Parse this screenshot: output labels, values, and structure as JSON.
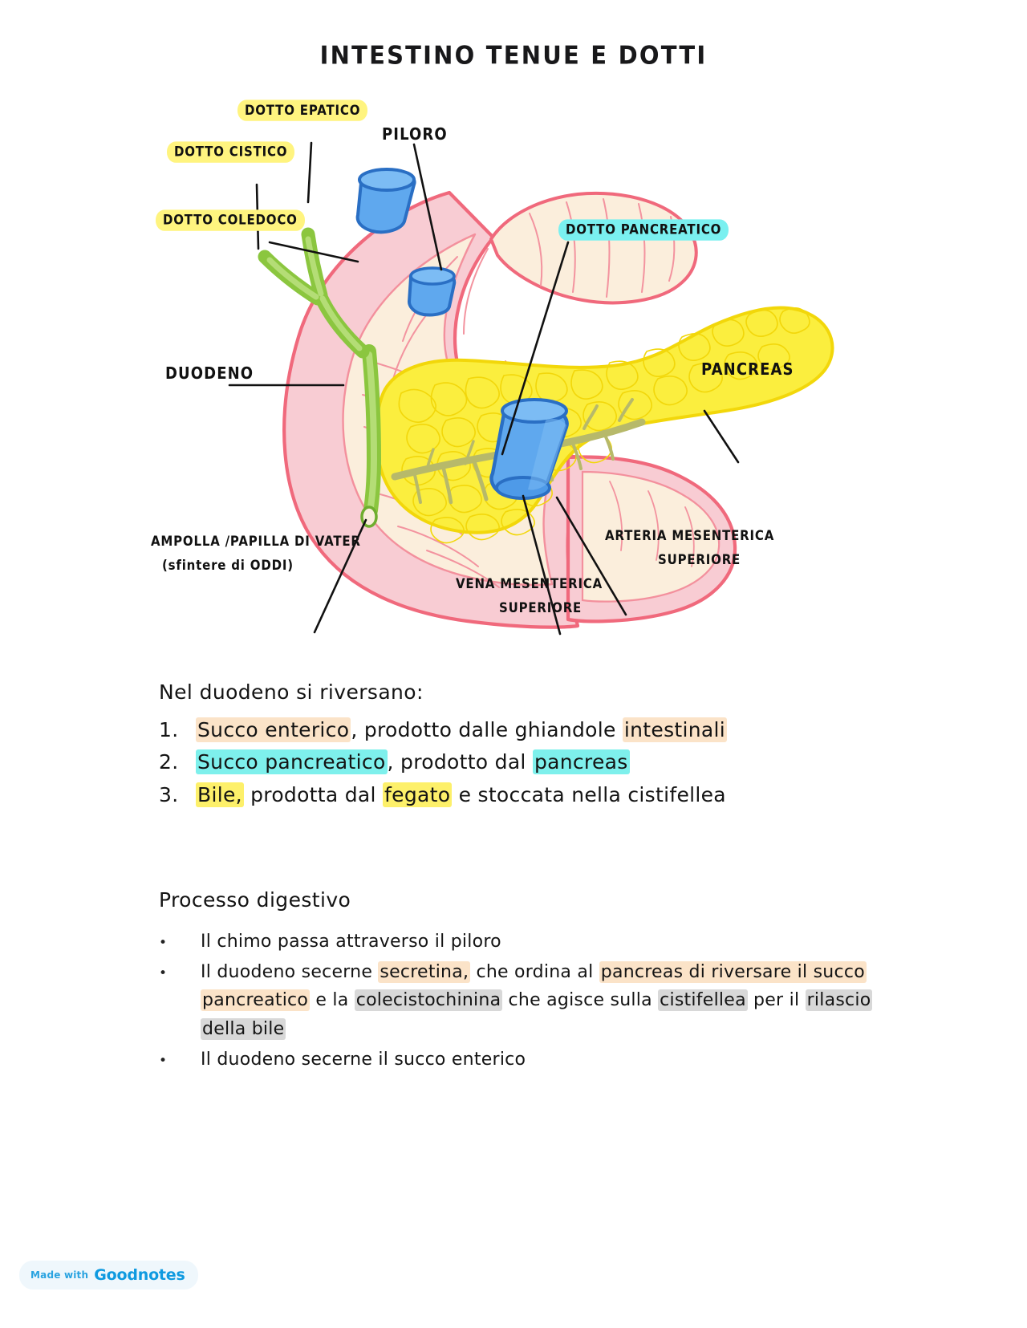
{
  "title": "INTESTINO TENUE E DOTTI",
  "colors": {
    "highlight_yellow": "#fff47f",
    "highlight_cyan": "#7af0f0",
    "highlight_peach": "#fbe3c8",
    "highlight_gray": "#d8d8d8",
    "duodenum_wall": "#f8ccd3",
    "duodenum_outline": "#f0697c",
    "duodenum_lumen": "#fbeedc",
    "pancreas_fill": "#fbee3e",
    "pancreas_outline": "#f2d70a",
    "pancreatic_duct": "#b7b96a",
    "bile_duct_green": "#8bc63f",
    "vessel_blue": "#5fa8ee",
    "vessel_blue_outline": "#2a6fc4",
    "ink": "#111111",
    "brand_blue": "#0f9ae0"
  },
  "diagram": {
    "labels": [
      {
        "id": "dotto-epatico",
        "text": "DOTTO EPATICO",
        "highlight": "yellow"
      },
      {
        "id": "dotto-cistico",
        "text": "DOTTO CISTICO",
        "highlight": "yellow"
      },
      {
        "id": "dotto-coledoco",
        "text": "DOTTO COLEDOCO",
        "highlight": "yellow"
      },
      {
        "id": "piloro",
        "text": "PILORO",
        "highlight": "none"
      },
      {
        "id": "dotto-pancreatico",
        "text": "DOTTO PANCREATICO",
        "highlight": "cyan"
      },
      {
        "id": "pancreas",
        "text": "PANCREAS",
        "highlight": "none"
      },
      {
        "id": "duodeno",
        "text": "DUODENO",
        "highlight": "none"
      },
      {
        "id": "ampolla-vater-l1",
        "text": "AMPOLLA /PAPILLA DI VATER",
        "highlight": "none"
      },
      {
        "id": "ampolla-vater-l2",
        "text": "(sfintere di ODDI)",
        "highlight": "none"
      },
      {
        "id": "arteria-mesenterica-l1",
        "text": "ARTERIA MESENTERICA",
        "highlight": "none"
      },
      {
        "id": "arteria-mesenterica-l2",
        "text": "SUPERIORE",
        "highlight": "none"
      },
      {
        "id": "vena-mesenterica-l1",
        "text": "VENA MESENTERICA",
        "highlight": "none"
      },
      {
        "id": "vena-mesenterica-l2",
        "text": "SUPERIORE",
        "highlight": "none"
      }
    ]
  },
  "prose": {
    "lead": "Nel duodeno si riversano:",
    "numbered": [
      {
        "num": "1.",
        "parts": [
          {
            "text": "Succo enterico",
            "hl": "peach"
          },
          {
            "text": ", prodotto dalle ghiandole ",
            "hl": "none"
          },
          {
            "text": "intestinali",
            "hl": "peach"
          }
        ]
      },
      {
        "num": "2.",
        "parts": [
          {
            "text": "Succo pancreatico",
            "hl": "cyan"
          },
          {
            "text": ", prodotto dal ",
            "hl": "none"
          },
          {
            "text": "pancreas",
            "hl": "cyan"
          }
        ]
      },
      {
        "num": "3.",
        "parts": [
          {
            "text": "Bile,",
            "hl": "yellow"
          },
          {
            "text": " prodotta dal ",
            "hl": "none"
          },
          {
            "text": "fegato",
            "hl": "yellow"
          },
          {
            "text": " e stoccata nella cistifellea",
            "hl": "none"
          }
        ]
      }
    ],
    "section_heading": "Processo digestivo",
    "bullets": [
      {
        "bullet": "•",
        "parts": [
          {
            "text": "Il chimo passa attraverso il piloro",
            "hl": "none"
          }
        ]
      },
      {
        "bullet": "•",
        "parts": [
          {
            "text": "Il duodeno secerne ",
            "hl": "none"
          },
          {
            "text": "secretina,",
            "hl": "peach"
          },
          {
            "text": " che ordina al ",
            "hl": "none"
          },
          {
            "text": "pancreas di riversare il succo pancreatico",
            "hl": "peach"
          },
          {
            "text": " e la ",
            "hl": "none"
          },
          {
            "text": "colecistochinina",
            "hl": "gray"
          },
          {
            "text": " che agisce sulla ",
            "hl": "none"
          },
          {
            "text": "cistifellea",
            "hl": "gray"
          },
          {
            "text": " per il ",
            "hl": "none"
          },
          {
            "text": "rilascio della bile",
            "hl": "gray"
          }
        ]
      },
      {
        "bullet": "•",
        "parts": [
          {
            "text": "Il duodeno secerne il succo enterico",
            "hl": "none"
          }
        ]
      }
    ]
  },
  "watermark": {
    "made_with": "Made with",
    "brand": "Goodnotes"
  }
}
